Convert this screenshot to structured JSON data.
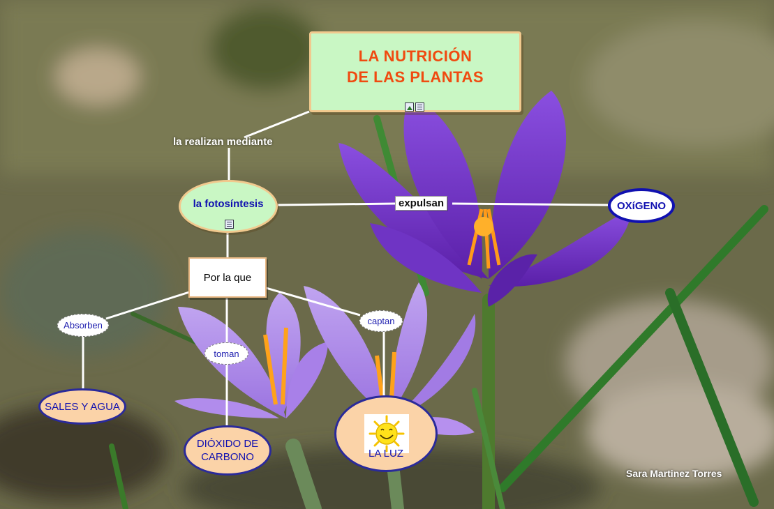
{
  "title": "LA NUTRICIÓN\nDE LAS PLANTAS",
  "links": {
    "realizan": "la realizan mediante",
    "expulsan": "expulsan",
    "por_la_que": "Por la que",
    "absorben": "Absorben",
    "toman": "toman",
    "captan": "captan"
  },
  "concepts": {
    "fotosintesis": "la fotosíntesis",
    "oxigeno": "OXíGENO",
    "sales": "SALES Y AGUA",
    "dioxido": "DIÓXIDO DE\nCARBONO",
    "luz": "LA LUZ"
  },
  "credit": "Sara Martinez Torres",
  "colors": {
    "title_text": "#f04a10",
    "concept_text": "#1010b0",
    "title_fill": "#c9f7c4",
    "concept_fill": "#fbd3a8",
    "connector": "#ffffff"
  },
  "icons": [
    "image-icon",
    "note-icon",
    "sun-smiley-icon"
  ]
}
